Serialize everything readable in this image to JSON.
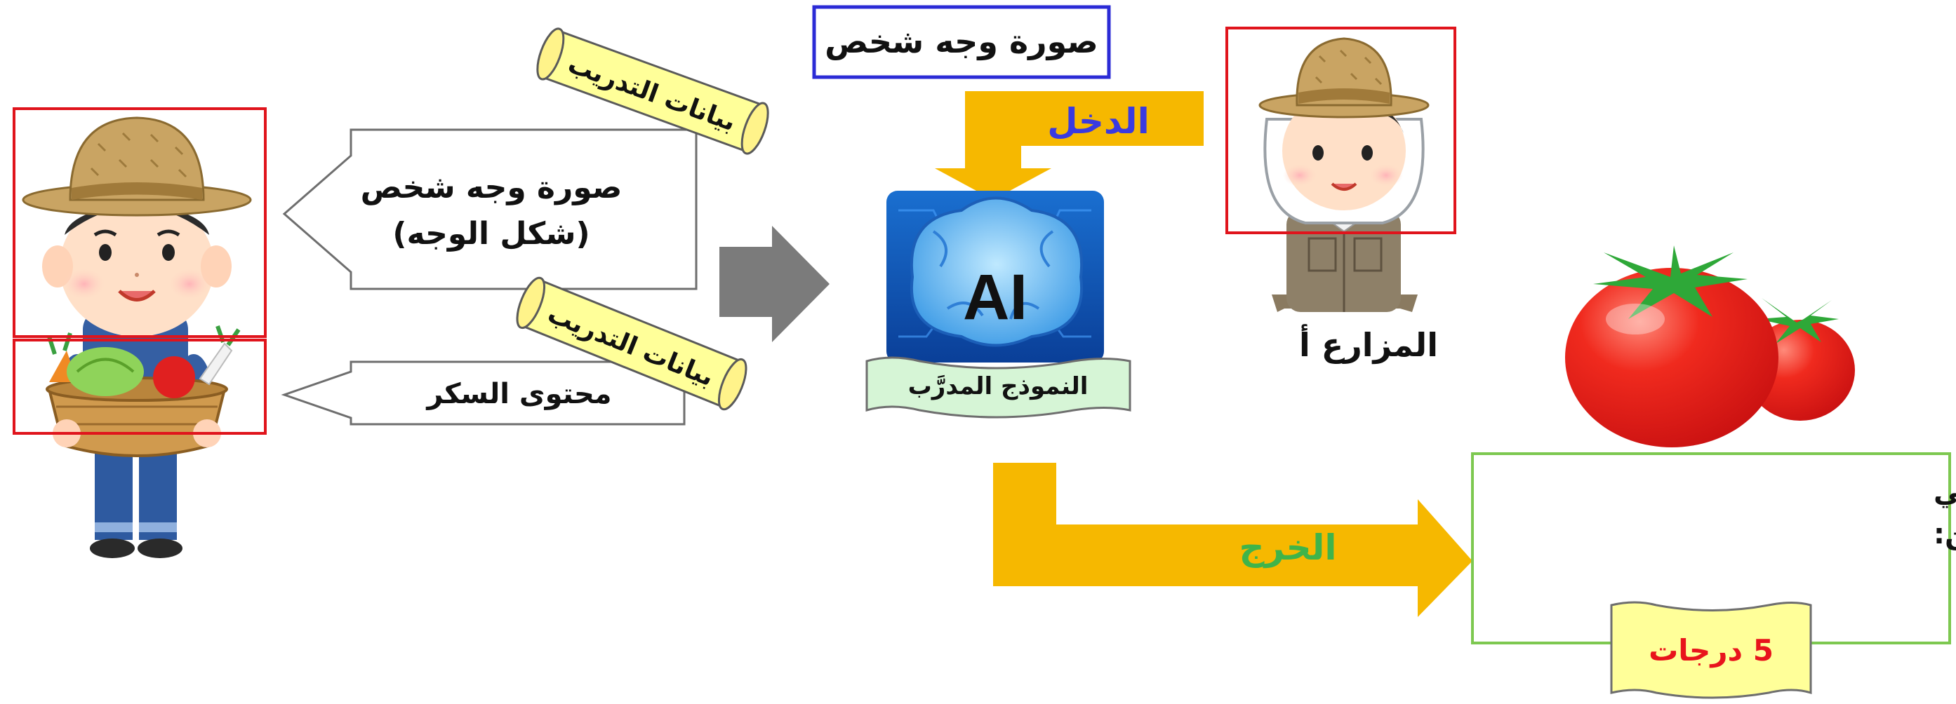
{
  "face_image_box": {
    "label": "صورة وجه شخص"
  },
  "training_top": {
    "banner": "بيانات التدريب",
    "arrow_line1": "صورة وجه شخص",
    "arrow_line2": "(شكل الوجه)"
  },
  "training_bottom": {
    "banner": "بيانات التدريب",
    "arrow_label": "محتوى السكر"
  },
  "input_label": "الدخل",
  "output_label": "الخرج",
  "ai_chip_text": "AI",
  "trained_model_label": "النموذج المدرَّب",
  "farmer_a_label": "المزارع أ",
  "result": {
    "line1": "محتوى السكر لأحد الخضروات التي",
    "line2": "أنتجها المزارع أ عبارة عن:",
    "value": "5 درجات"
  },
  "colors": {
    "input_arrow": "#f6b800",
    "output_arrow": "#f6b800",
    "input_text": "#3a3ae0",
    "output_text": "#3fb44a",
    "result_value": "#e8141c",
    "scroll_fill": "#ffff99",
    "result_border": "#7dc850",
    "face_box_border": "#2b2bd6",
    "red_frame": "#e0141c",
    "model_banner_fill": "#d6f5d6"
  }
}
